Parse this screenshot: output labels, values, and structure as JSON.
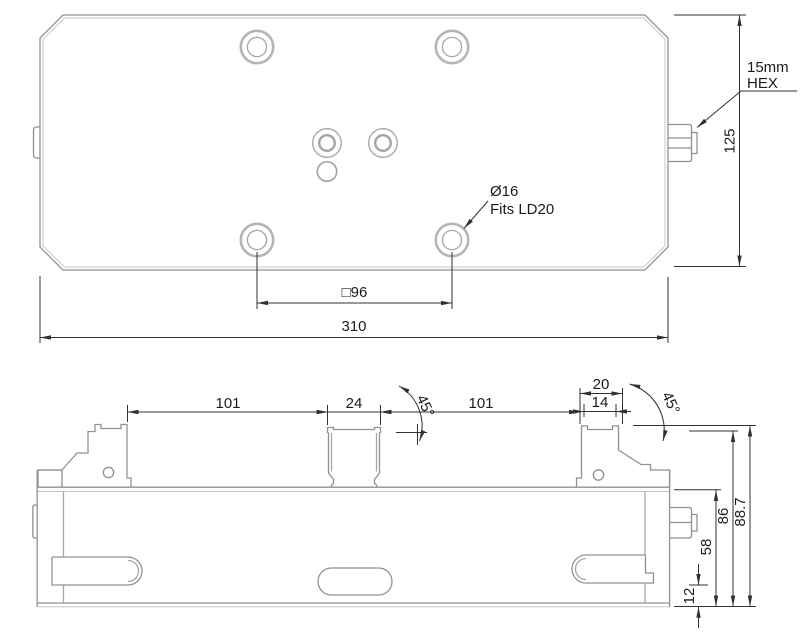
{
  "colors": {
    "background": "#ffffff",
    "part_line": "#8f9193",
    "part_ring": "#b5b5b5",
    "dim_line": "#2f3133",
    "text": "#1b1b1b"
  },
  "top_view": {
    "dim_square": "□96",
    "dim_width": "310",
    "dim_height": "125",
    "hex_note": {
      "line1": "15mm",
      "line2": "HEX"
    },
    "hole_note": {
      "line1": "Ø16",
      "line2": "Fits LD20"
    }
  },
  "front_view": {
    "dim_left_pitch": "101",
    "dim_center_tab_width": "24",
    "dim_left_angle": "45°",
    "dim_right_pitch": "101",
    "dim_clamp_outer_width": "20",
    "dim_clamp_inner_width": "14",
    "dim_right_angle": "45°",
    "dim_overall_height": "88.7",
    "dim_clamp_height": "86",
    "dim_body_height": "58",
    "dim_foot_height": "12"
  }
}
